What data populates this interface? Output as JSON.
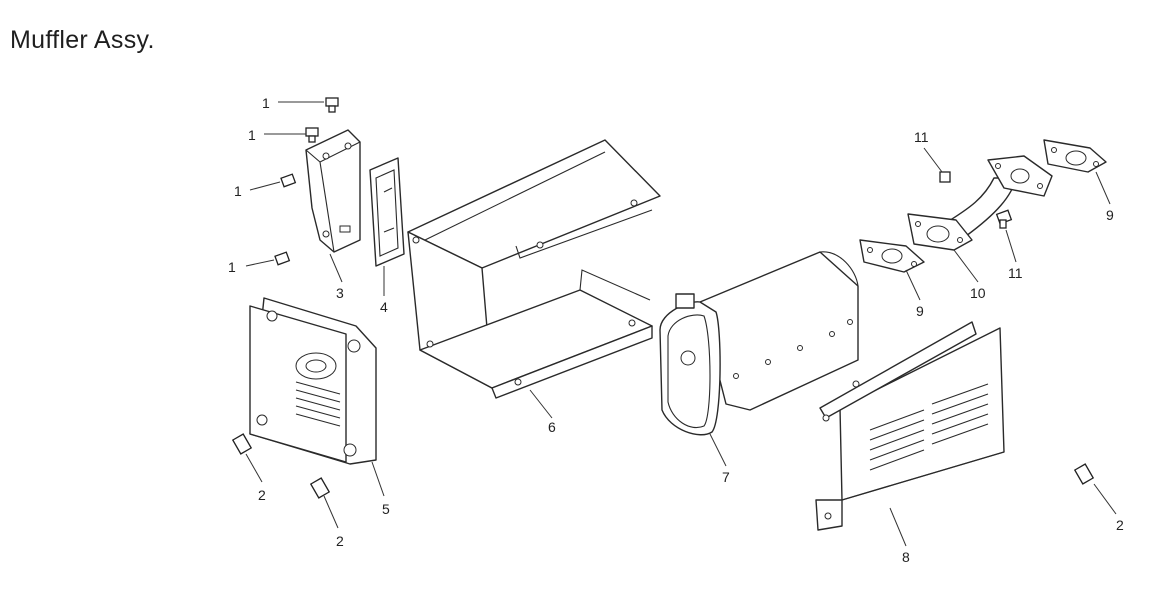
{
  "title": "Muffler Assy.",
  "callouts": {
    "c1a": "1",
    "c1b": "1",
    "c1c": "1",
    "c1d": "1",
    "c2a": "2",
    "c2b": "2",
    "c2c": "2",
    "c3": "3",
    "c4": "4",
    "c5": "5",
    "c6": "6",
    "c7": "7",
    "c8": "8",
    "c9a": "9",
    "c9b": "9",
    "c10": "10",
    "c11a": "11",
    "c11b": "11"
  },
  "parts": [
    "bolt",
    "bolt",
    "bracket",
    "gasket",
    "muffler-cover",
    "muffler-housing",
    "muffler",
    "muffler-guard",
    "gasket",
    "exhaust-pipe",
    "nut"
  ]
}
